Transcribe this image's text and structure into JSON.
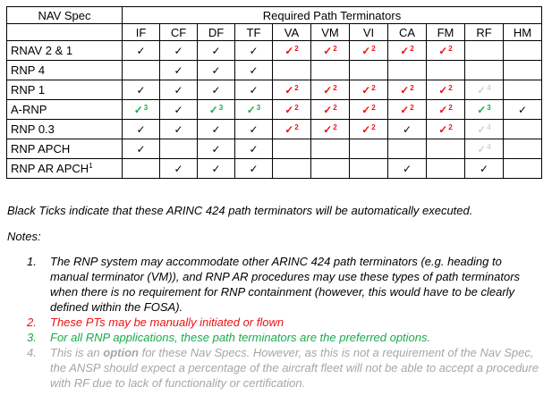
{
  "table": {
    "nav_spec_header": "NAV Spec",
    "group_header": "Required Path Terminators",
    "columns": [
      "IF",
      "CF",
      "DF",
      "TF",
      "VA",
      "VM",
      "VI",
      "CA",
      "FM",
      "RF",
      "HM"
    ],
    "tick_glyph": "✓",
    "colors": {
      "black": "#000000",
      "red": "#ee1111",
      "green": "#1aab4b",
      "gray": "#c0c0c0"
    },
    "rows": [
      {
        "spec": "RNAV 2 & 1",
        "footnote": "",
        "cells": [
          {
            "t": "black",
            "n": ""
          },
          {
            "t": "black",
            "n": ""
          },
          {
            "t": "black",
            "n": ""
          },
          {
            "t": "black",
            "n": ""
          },
          {
            "t": "red",
            "n": "2"
          },
          {
            "t": "red",
            "n": "2"
          },
          {
            "t": "red",
            "n": "2"
          },
          {
            "t": "red",
            "n": "2"
          },
          {
            "t": "red",
            "n": "2"
          },
          {
            "t": "",
            "n": ""
          },
          {
            "t": "",
            "n": ""
          }
        ]
      },
      {
        "spec": "RNP 4",
        "footnote": "",
        "cells": [
          {
            "t": "",
            "n": ""
          },
          {
            "t": "black",
            "n": ""
          },
          {
            "t": "black",
            "n": ""
          },
          {
            "t": "black",
            "n": ""
          },
          {
            "t": "",
            "n": ""
          },
          {
            "t": "",
            "n": ""
          },
          {
            "t": "",
            "n": ""
          },
          {
            "t": "",
            "n": ""
          },
          {
            "t": "",
            "n": ""
          },
          {
            "t": "",
            "n": ""
          },
          {
            "t": "",
            "n": ""
          }
        ]
      },
      {
        "spec": "RNP 1",
        "footnote": "",
        "cells": [
          {
            "t": "black",
            "n": ""
          },
          {
            "t": "black",
            "n": ""
          },
          {
            "t": "black",
            "n": ""
          },
          {
            "t": "black",
            "n": ""
          },
          {
            "t": "red",
            "n": "2"
          },
          {
            "t": "red",
            "n": "2"
          },
          {
            "t": "red",
            "n": "2"
          },
          {
            "t": "red",
            "n": "2"
          },
          {
            "t": "red",
            "n": "2"
          },
          {
            "t": "gray",
            "n": "4"
          },
          {
            "t": "",
            "n": ""
          }
        ]
      },
      {
        "spec": "A-RNP",
        "footnote": "",
        "cells": [
          {
            "t": "green",
            "n": "3"
          },
          {
            "t": "black",
            "n": ""
          },
          {
            "t": "green",
            "n": "3"
          },
          {
            "t": "green",
            "n": "3"
          },
          {
            "t": "red",
            "n": "2"
          },
          {
            "t": "red",
            "n": "2"
          },
          {
            "t": "red",
            "n": "2"
          },
          {
            "t": "red",
            "n": "2"
          },
          {
            "t": "red",
            "n": "2"
          },
          {
            "t": "green",
            "n": "3"
          },
          {
            "t": "black",
            "n": ""
          }
        ]
      },
      {
        "spec": "RNP 0.3",
        "footnote": "",
        "cells": [
          {
            "t": "black",
            "n": ""
          },
          {
            "t": "black",
            "n": ""
          },
          {
            "t": "black",
            "n": ""
          },
          {
            "t": "black",
            "n": ""
          },
          {
            "t": "red",
            "n": "2"
          },
          {
            "t": "red",
            "n": "2"
          },
          {
            "t": "red",
            "n": "2"
          },
          {
            "t": "black",
            "n": ""
          },
          {
            "t": "red",
            "n": "2"
          },
          {
            "t": "gray",
            "n": "4"
          },
          {
            "t": "",
            "n": ""
          }
        ]
      },
      {
        "spec": "RNP APCH",
        "footnote": "",
        "cells": [
          {
            "t": "black",
            "n": ""
          },
          {
            "t": "",
            "n": ""
          },
          {
            "t": "black",
            "n": ""
          },
          {
            "t": "black",
            "n": ""
          },
          {
            "t": "",
            "n": ""
          },
          {
            "t": "",
            "n": ""
          },
          {
            "t": "",
            "n": ""
          },
          {
            "t": "",
            "n": ""
          },
          {
            "t": "",
            "n": ""
          },
          {
            "t": "gray",
            "n": "4"
          },
          {
            "t": "",
            "n": ""
          }
        ]
      },
      {
        "spec": "RNP AR APCH",
        "footnote": "1",
        "cells": [
          {
            "t": "",
            "n": ""
          },
          {
            "t": "black",
            "n": ""
          },
          {
            "t": "black",
            "n": ""
          },
          {
            "t": "black",
            "n": ""
          },
          {
            "t": "",
            "n": ""
          },
          {
            "t": "",
            "n": ""
          },
          {
            "t": "",
            "n": ""
          },
          {
            "t": "black",
            "n": ""
          },
          {
            "t": "",
            "n": ""
          },
          {
            "t": "black",
            "n": ""
          },
          {
            "t": "",
            "n": ""
          }
        ]
      }
    ]
  },
  "legend_text": "Black Ticks indicate that these ARINC 424 path terminators will be automatically executed.",
  "notes_heading": "Notes:",
  "notes": [
    {
      "num": "1.",
      "color": "black",
      "text": "The RNP system may accommodate other ARINC 424 path terminators (e.g. heading to manual terminator (VM)), and RNP AR procedures may use these types of path terminators when there is no requirement for RNP containment (however, this would have to be clearly defined within the FOSA)."
    },
    {
      "num": "2.",
      "color": "red",
      "text": "These PTs may be manually initiated or flown"
    },
    {
      "num": "3.",
      "color": "green",
      "text": "For all RNP applications, these path terminators are the preferred options."
    },
    {
      "num": "4.",
      "color": "gray",
      "text_before": "This is an ",
      "text_bold": "option",
      "text_after": " for these Nav Specs.  However, as this is not a requirement of the Nav Spec, the ANSP should expect a percentage of the aircraft fleet will not be able to accept a procedure with RF due to lack of functionality or certification."
    }
  ]
}
